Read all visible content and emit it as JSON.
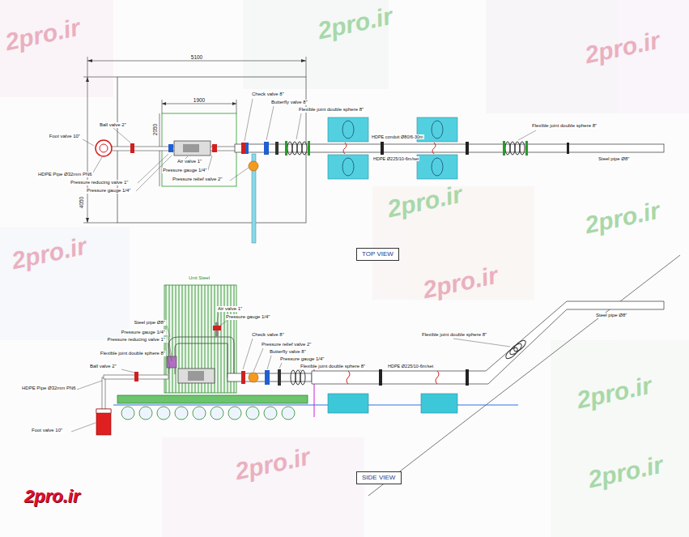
{
  "diagram": {
    "nodes": [
      {
        "text": [
          "TOP VIEW"
        ]
      },
      {
        "text": [
          "SIDE VIEW"
        ]
      }
    ],
    "labels": [
      "5100",
      "1900",
      "4050",
      "2050",
      "Foot valve 10\"",
      "Ball valve 2\"",
      "HDPE Pipe Ø32mm PN6",
      "Pressure reducing valve 1\"",
      "Pressure gauge 1/4\"",
      "Air valve 1\"",
      "Pressure gauge 1/4\"",
      "Pressure relief valve 2\"",
      "Check valve 8\"",
      "Butterfly valve 8\"",
      "Flexible joint double sphere 8\"",
      "HDPE conduit Ø80/6-30m",
      "HDPE Ø225/10-6m/set",
      "Flexible joint double sphere 8\"",
      "Steel pipe Ø8\"",
      "Unit Steel",
      "Air valve 1\"",
      "Pressure gauge 1/4\"",
      "Steel pipe Ø8\"",
      "Pressure gauge 1/4\"",
      "Pressure reducing valve 1\"",
      "Flexible joint double sphere 8\"",
      "Ball valve 2\"",
      "HDPE Pipe Ø32mm PN6",
      "Foot valve 10\"",
      "Check valve 8\"",
      "Pressure relief valve 2\"",
      "Butterfly valve 8\"",
      "Pressure gauge 1/4\"",
      "Flexible joint double sphere 8\"",
      "HDPE Ø225/10-6m/set",
      "Flexible joint double sphere 8\"",
      "Steel pipe Ø8\"",
      "2pro.ir",
      "2pro.ir",
      "2pro.ir",
      "2pro.ir",
      "2pro.ir",
      "2pro.ir",
      "2pro.ir",
      "2pro.ir",
      "2pro.ir",
      "2pro.ir",
      "2pro.ir"
    ]
  }
}
